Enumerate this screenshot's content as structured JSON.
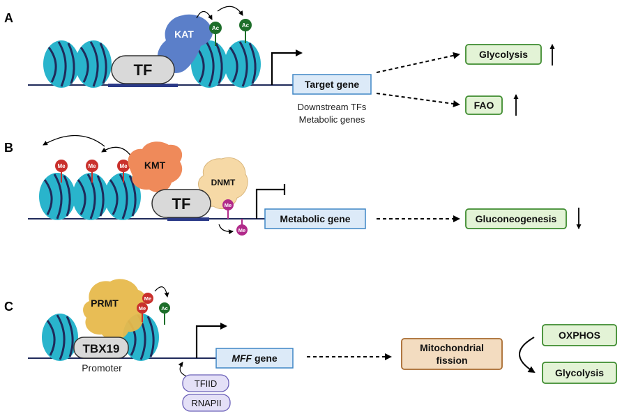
{
  "panels": {
    "a": {
      "letter": "A",
      "tf_label": "TF",
      "enzyme_label": "KAT",
      "mark_label": "Ac",
      "gene_label": "Target gene",
      "gene_note_line1": "Downstream TFs",
      "gene_note_line2": "Metabolic genes",
      "outcome1": "Glycolysis",
      "outcome2": "FAO"
    },
    "b": {
      "letter": "B",
      "tf_label": "TF",
      "enzyme_label": "KMT",
      "dnmt_label": "DNMT",
      "mark_label": "Me",
      "gene_label": "Metabolic gene",
      "outcome": "Gluconeogenesis"
    },
    "c": {
      "letter": "C",
      "tf_label": "TBX19",
      "enzyme_label": "PRMT",
      "mark_me": "Me",
      "mark_ac": "Ac",
      "promoter_label": "Promoter",
      "gene_italic": "MFF",
      "gene_rest": " gene",
      "factor1": "TFIID",
      "factor2": "RNAPII",
      "process_line1": "Mitochondrial",
      "process_line2": "fission",
      "outcome1": "OXPHOS",
      "outcome2": "Glycolysis"
    }
  },
  "colors": {
    "nucleosome": "#29b4cc",
    "dna": "#1f2a5a",
    "kat": "#5b7fc9",
    "kmt": "#ef8a5a",
    "dnmt": "#f6d9a6",
    "prmt": "#e7b94c",
    "ac_mark": "#1d6e2a",
    "me_mark": "#c9302c",
    "dna_me_mark": "#b12a8a",
    "gene_box": "#dceaf8",
    "outcome_box": "#e3f3d6",
    "outcome_border": "#3d8b2e",
    "process_box": "#f3dcc0",
    "factor_box": "#e4e0f7"
  }
}
